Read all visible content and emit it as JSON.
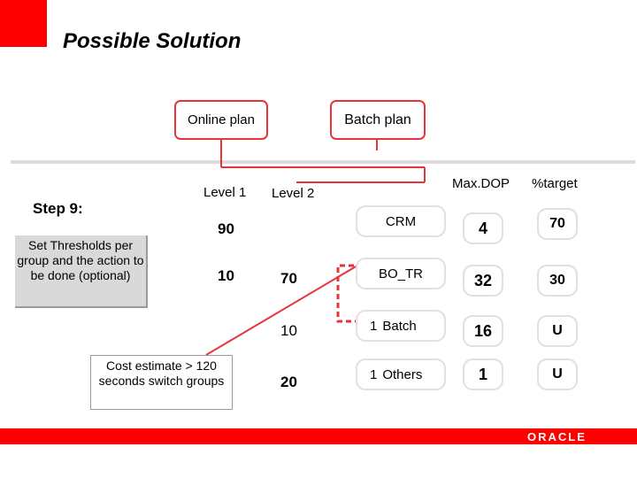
{
  "title": "Possible Solution",
  "online_plan": "Online plan",
  "batch_plan": "Batch plan",
  "step_label": "Step 9:",
  "note_text": "Set Thresholds per group and the action to be done (optional)",
  "cost_text": "Cost estimate > 120 seconds switch groups",
  "level1": {
    "label": "Level 1",
    "values": [
      "90",
      "10"
    ]
  },
  "level2": {
    "label": "Level 2",
    "values": [
      "70",
      "10",
      "20"
    ]
  },
  "headers": {
    "maxdop": "Max.DOP",
    "target": "%target"
  },
  "rows": [
    {
      "name": "CRM",
      "prefix": "",
      "maxdop": "4",
      "target": "70"
    },
    {
      "name": "BO_TR",
      "prefix": "",
      "maxdop": "32",
      "target": "30"
    },
    {
      "name": "Batch",
      "prefix": "1",
      "maxdop": "16",
      "target": "U"
    },
    {
      "name": "Others",
      "prefix": "1",
      "maxdop": "1",
      "target": "U"
    }
  ],
  "brand": "ORACLE",
  "colors": {
    "accent": "#ff0000",
    "box_border": "#e8333a",
    "note_bg": "#d9d9d9"
  }
}
